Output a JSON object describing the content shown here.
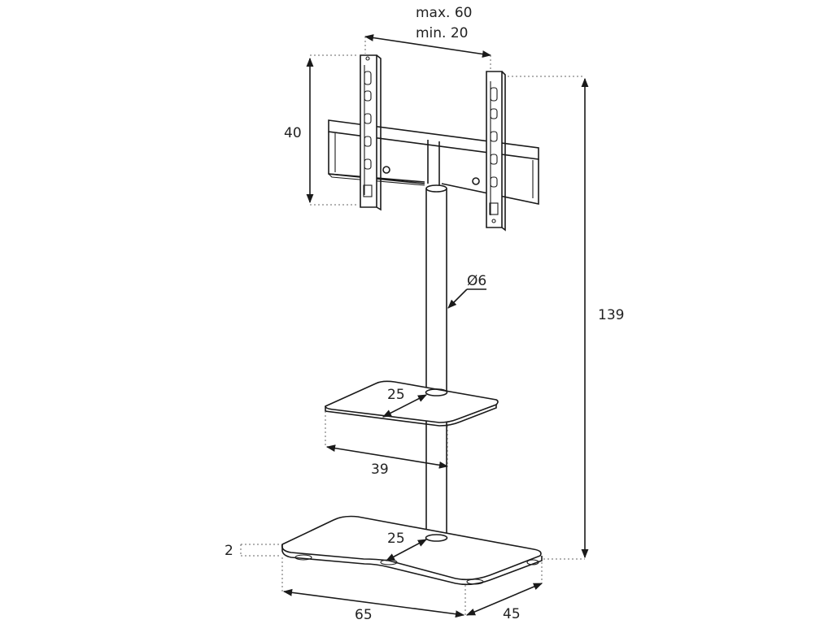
{
  "colors": {
    "line": "#1a1a1a",
    "dash": "#666666",
    "background": "#ffffff"
  },
  "dimensions": {
    "width_max": "max. 60",
    "width_min": "min. 20",
    "bracket_height": "40",
    "pole_diameter": "Ø6",
    "total_height": "139",
    "shelf_depth": "25",
    "shelf_width": "39",
    "base_pole_depth": "25",
    "base_thickness": "2",
    "base_width": "65",
    "base_depth": "45"
  }
}
